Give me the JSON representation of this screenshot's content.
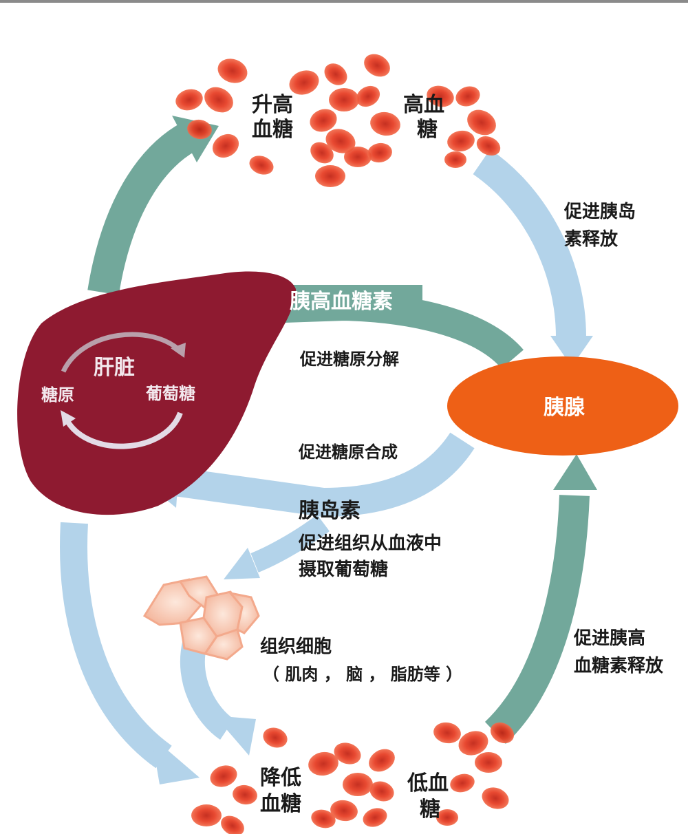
{
  "labels": {
    "raise_glucose": [
      "升高",
      "血糖"
    ],
    "high_glucose": [
      "高血",
      "糖"
    ],
    "promote_insulin": [
      "促进胰岛",
      "素释放"
    ],
    "glucagon": "胰高血糖素",
    "promote_glycogenolysis": "促进糖原分解",
    "liver": "肝脏",
    "glycogen": "糖原",
    "glucose": "葡萄糖",
    "pancreas": "胰腺",
    "promote_glycogenesis": "促进糖原合成",
    "insulin": "胰岛素",
    "promote_uptake": [
      "促进组织从血液中",
      "摄取葡萄糖"
    ],
    "tissue_cells": [
      "组织细胞",
      "（ 肌肉 ， 脑 ， 脂肪等 ）"
    ],
    "promote_glucagon": [
      "促进胰高",
      "血糖素释放"
    ],
    "lower_glucose": [
      "降低",
      "血糖"
    ],
    "low_glucose": [
      "低血",
      "糖"
    ]
  },
  "colors": {
    "teal_arrow": "#72a89b",
    "blue_arrow": "#b3d3ea",
    "liver": "#8e1a30",
    "pancreas": "#ee6016",
    "blood_cell": "#e2341e",
    "tissue_cell": "#f8c7b1"
  }
}
